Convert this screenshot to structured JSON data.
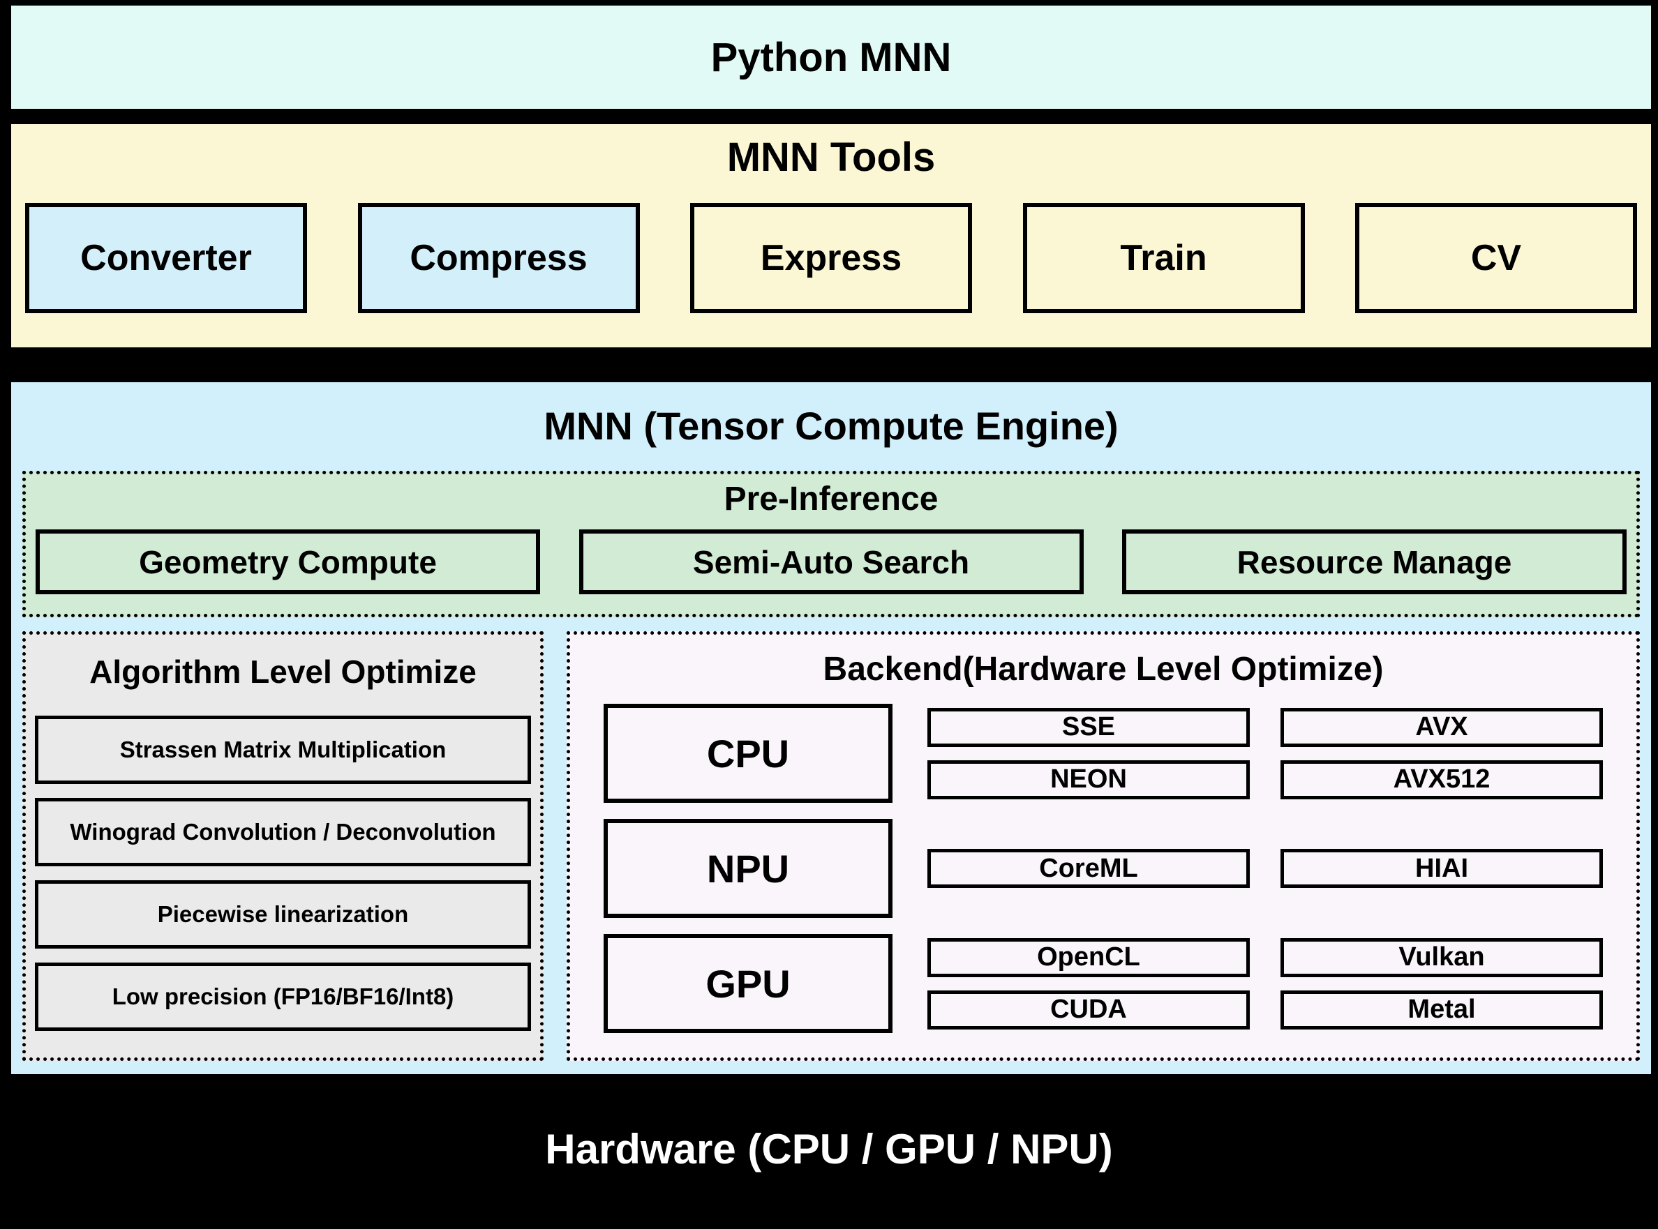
{
  "python_mnn": {
    "label": "Python MNN"
  },
  "tools": {
    "title": "MNN Tools",
    "items": [
      {
        "label": "Converter",
        "highlighted": true
      },
      {
        "label": "Compress",
        "highlighted": true
      },
      {
        "label": "Express",
        "highlighted": false
      },
      {
        "label": "Train",
        "highlighted": false
      },
      {
        "label": "CV",
        "highlighted": false
      }
    ]
  },
  "engine": {
    "title": "MNN (Tensor Compute Engine)",
    "pre_inference": {
      "title": "Pre-Inference",
      "items": [
        "Geometry Compute",
        "Semi-Auto Search",
        "Resource Manage"
      ]
    },
    "algorithm": {
      "title": "Algorithm Level Optimize",
      "items": [
        "Strassen Matrix Multiplication",
        "Winograd Convolution / Deconvolution",
        "Piecewise linearization",
        "Low precision (FP16/BF16/Int8)"
      ]
    },
    "backend": {
      "title": "Backend(Hardware Level Optimize)",
      "rows": [
        {
          "processor": "CPU",
          "techs": [
            [
              "SSE",
              "AVX"
            ],
            [
              "NEON",
              "AVX512"
            ]
          ]
        },
        {
          "processor": "NPU",
          "techs": [
            [
              "CoreML",
              "HIAI"
            ]
          ]
        },
        {
          "processor": "GPU",
          "techs": [
            [
              "OpenCL",
              "Vulkan"
            ],
            [
              "CUDA",
              "Metal"
            ]
          ]
        }
      ]
    }
  },
  "hardware": {
    "label": "Hardware (CPU / GPU / NPU)"
  },
  "colors": {
    "frame_bg": "#000000",
    "python_bar_bg": "#E1FAF6",
    "tools_bg": "#FBF6D3",
    "tool_highlight_bg": "#D2EFFA",
    "engine_bg": "#D2F0FB",
    "pre_inference_bg": "#D1EBD5",
    "algorithm_bg": "#EAEAEA",
    "backend_bg": "#FAF5FB",
    "hardware_text": "#FFFFFF"
  }
}
